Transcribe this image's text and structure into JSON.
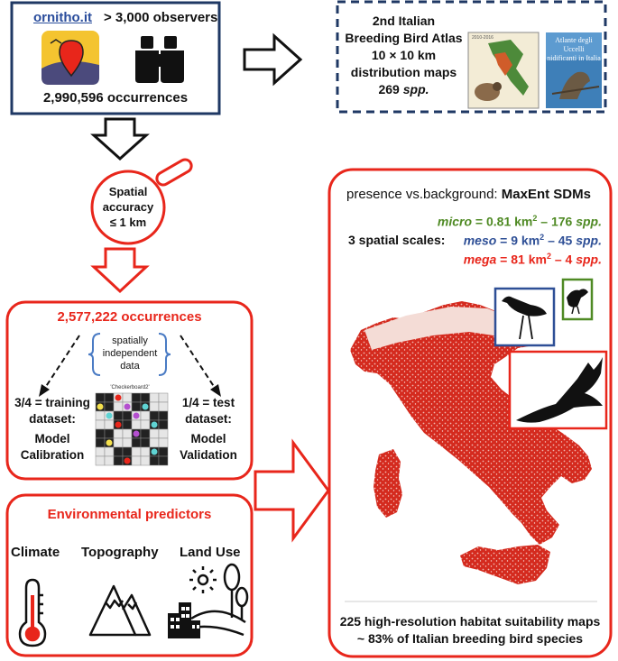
{
  "ornitho": {
    "link": "ornitho.it",
    "observers": "> 3,000 observers",
    "occurrences": "2,990,596 occurrences"
  },
  "atlas": {
    "line1": "2nd Italian",
    "line2": "Breeding Bird Atlas",
    "line3": "10 × 10 km",
    "line4": "distribution maps",
    "line5_num": "269",
    "line5_unit": "spp.",
    "cover2_line1": "Atlante degli Uccelli",
    "cover2_line2": "nidificanti in Italia",
    "cover1_years": "2010-2016"
  },
  "filter": {
    "line1": "Spatial",
    "line2": "accuracy",
    "line3": "≤ 1 km"
  },
  "occurrences_box": {
    "title": "2,577,222 occurrences",
    "brace_line1": "spatially",
    "brace_line2": "independent",
    "brace_line3": "data",
    "checkerboard_label": "'Checkerboard2'",
    "left_line1": "3/4 = training",
    "left_line2": "dataset:",
    "left_line3": "Model",
    "left_line4": "Calibration",
    "right_line1": "1/4 = test",
    "right_line2": "dataset:",
    "right_line3": "Model",
    "right_line4": "Validation"
  },
  "predictors": {
    "title": "Environmental predictors",
    "climate": "Climate",
    "topography": "Topography",
    "landuse": "Land Use"
  },
  "sdm": {
    "header_prefix": "presence vs.background: ",
    "header_bold": "MaxEnt SDMs",
    "scales_label": "3 spatial scales:",
    "micro_name": "micro",
    "micro_val": " = 0.81 km",
    "micro_tail": " – 176 ",
    "micro_spp": "spp.",
    "meso_name": "meso",
    "meso_val": " = 9 km",
    "meso_tail": " – 45 ",
    "meso_spp": "spp.",
    "mega_name": "mega",
    "mega_val": " = 81 km",
    "mega_tail": " – 4 ",
    "mega_spp": "spp.",
    "sup": "2",
    "footer1": "225 high-resolution habitat suitability maps",
    "footer2": "~ 83% of Italian breeding bird species"
  },
  "colors": {
    "red": "#e8261b",
    "navy": "#1f3864",
    "green": "#4f8a24",
    "blue": "#2e4f96",
    "map_red": "#d42a1e"
  }
}
